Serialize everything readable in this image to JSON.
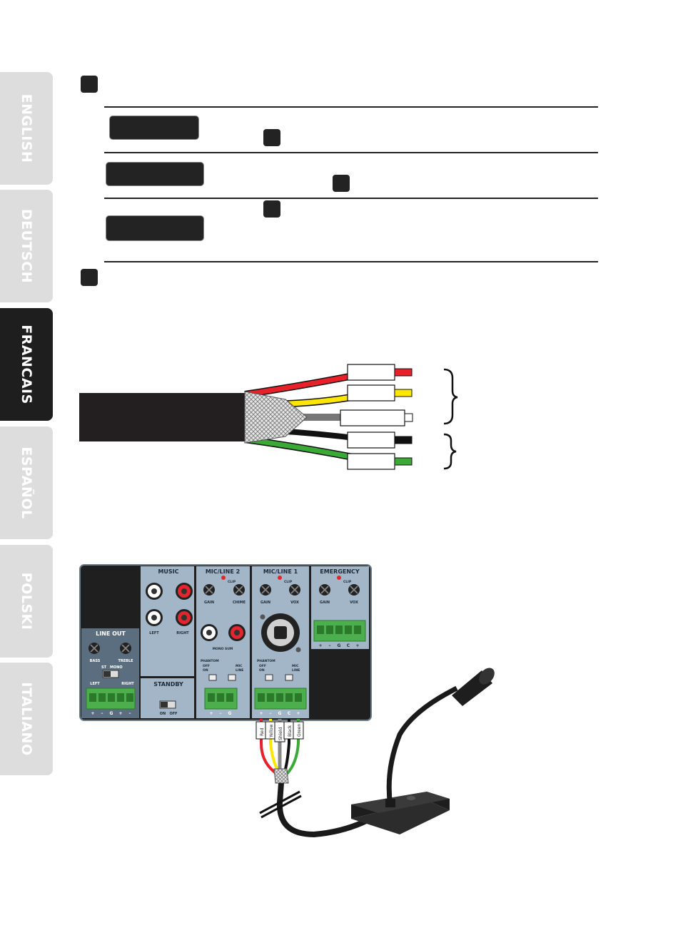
{
  "language_tabs": [
    {
      "label": "ENGLISH",
      "active": false
    },
    {
      "label": "DEUTSCH",
      "active": false
    },
    {
      "label": "FRANCAIS",
      "active": true
    },
    {
      "label": "ESPAÑOL",
      "active": false
    },
    {
      "label": "POLSKI",
      "active": false
    },
    {
      "label": "ITALIANO",
      "active": false
    }
  ],
  "panel": {
    "sections": {
      "line_out": "LINE OUT",
      "music": "MUSIC",
      "standby": "STANDBY",
      "mic_line_2": "MIC/LINE 2",
      "mic_line_1": "MIC/LINE 1",
      "emergency": "EMERGENCY"
    },
    "labels": {
      "bass": "BASS",
      "treble": "TREBLE",
      "st": "ST",
      "mono": "MONO",
      "left": "LEFT",
      "right": "RIGHT",
      "on": "ON",
      "off": "OFF",
      "clip": "CLIP",
      "gain": "GAIN",
      "chime": "CHIME",
      "vox": "VOX",
      "mono_sum": "MONO SUM",
      "phantom": "PHANTOM",
      "mic": "MIC",
      "line": "LINE"
    },
    "terminal_signs": {
      "line_out": [
        "+",
        "–",
        "G",
        "+",
        "–"
      ],
      "mic_line_2": [
        "+",
        "–",
        "G"
      ],
      "mic_line_1": [
        "+",
        "–",
        "G",
        "C",
        "+"
      ],
      "emergency": [
        "+",
        "–",
        "G",
        "C",
        "+"
      ]
    },
    "wire_tags": [
      "Red",
      "Yellow",
      "Shield",
      "Black",
      "Green"
    ]
  },
  "colors": {
    "panel": "#5b6e7f",
    "section": "#a3b6c8",
    "terminal": "#4cae4c",
    "red_wire": "#e8202a",
    "yellow_wire": "#ffe600",
    "black_wire": "#111111",
    "green_wire": "#3aa935",
    "clip_led": "#e3262d"
  }
}
